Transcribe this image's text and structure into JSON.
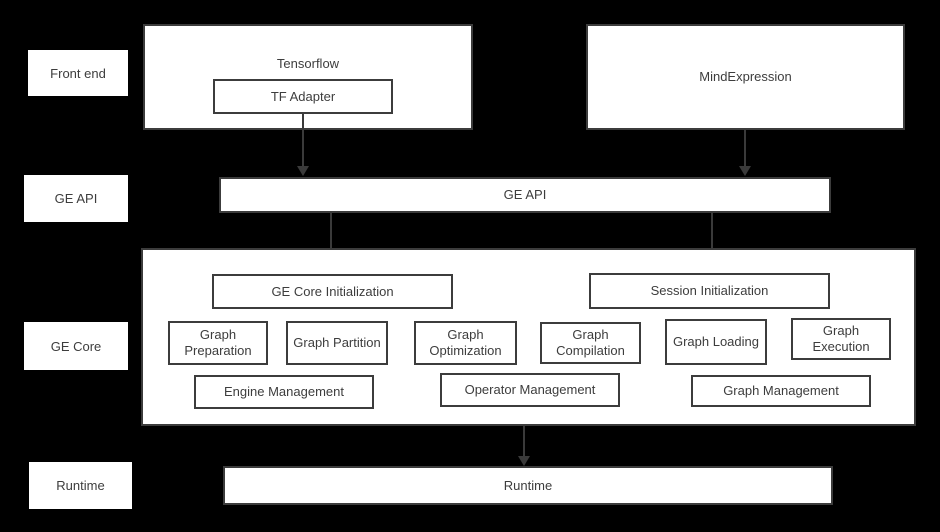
{
  "diagram": {
    "row_labels": {
      "front_end": "Front end",
      "ge_api": "GE API",
      "ge_core": "GE Core",
      "runtime": "Runtime"
    },
    "front_end": {
      "tensorflow": "Tensorflow",
      "tf_adapter": "TF Adapter",
      "mindexpression": "MindExpression"
    },
    "ge_api": {
      "bar": "GE API"
    },
    "ge_core": {
      "ge_core_initialization": "GE Core Initialization",
      "session_initialization": "Session Initialization",
      "modules": [
        "Graph Preparation",
        "Graph Partition",
        "Graph Optimization",
        "Graph Compilation",
        "Graph Loading",
        "Graph Execution"
      ],
      "management": [
        "Engine Management",
        "Operator Management",
        "Graph Management"
      ]
    },
    "runtime": {
      "bar": "Runtime"
    },
    "icons": {
      "arrows": "arrow-down-icon"
    },
    "colors": {
      "background": "#000000",
      "box_fill": "#ffffff",
      "box_border": "#3c3c3c",
      "text": "#3d3d3d",
      "arrow": "#3a3a3a"
    }
  }
}
